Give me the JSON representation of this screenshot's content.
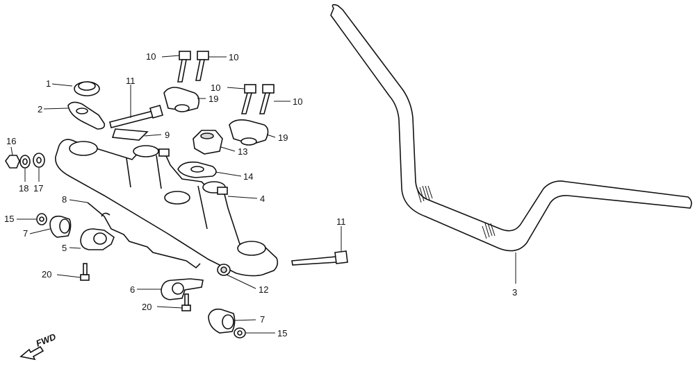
{
  "diagram": {
    "labels": {
      "p1": "1",
      "p2": "2",
      "p3": "3",
      "p4": "4",
      "p5": "5",
      "p6": "6",
      "p7a": "7",
      "p7b": "7",
      "p8": "8",
      "p9": "9",
      "p10a": "10",
      "p10b": "10",
      "p10c": "10",
      "p10d": "10",
      "p11a": "11",
      "p11b": "11",
      "p12": "12",
      "p13": "13",
      "p14": "14",
      "p15a": "15",
      "p15b": "15",
      "p16": "16",
      "p17": "17",
      "p18": "18",
      "p19a": "19",
      "p19b": "19",
      "p20a": "20",
      "p20b": "20"
    },
    "direction_label": "FWD"
  }
}
